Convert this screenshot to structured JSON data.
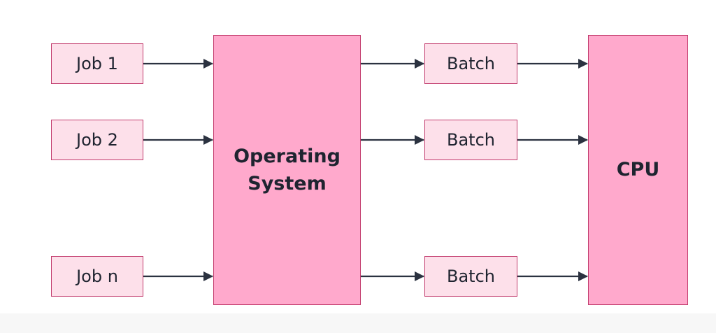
{
  "diagram": {
    "jobs": [
      {
        "label": "Job 1"
      },
      {
        "label": "Job 2"
      },
      {
        "label": "Job n"
      }
    ],
    "operating_system": {
      "line1": "Operating",
      "line2": "System"
    },
    "batches": [
      {
        "label": "Batch"
      },
      {
        "label": "Batch"
      },
      {
        "label": "Batch"
      }
    ],
    "cpu": {
      "label": "CPU"
    },
    "colors": {
      "small_box_fill": "#fde0ea",
      "big_box_fill": "#ffa9cc",
      "border": "#c23b6d",
      "arrow": "#2b3240",
      "text": "#1f2430"
    }
  }
}
